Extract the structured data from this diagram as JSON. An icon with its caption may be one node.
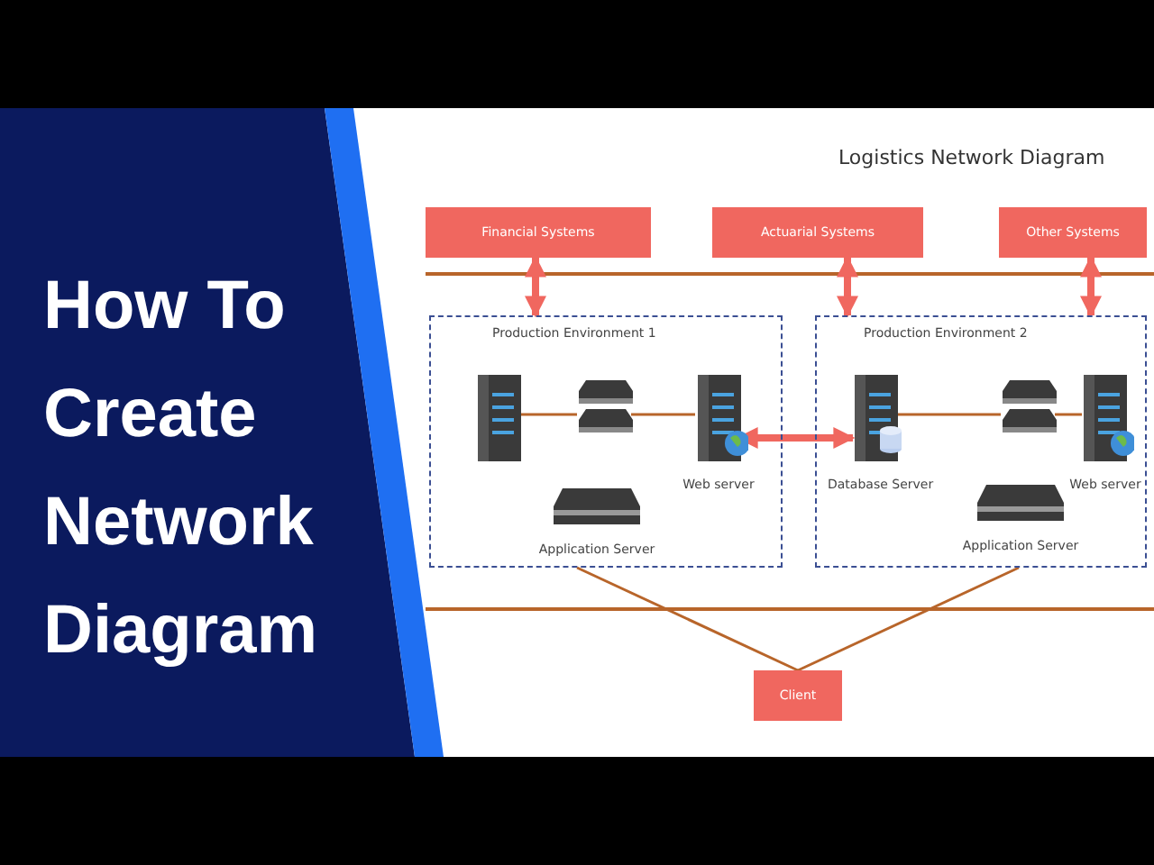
{
  "diagram": {
    "title": "Logistics Network Diagram",
    "nodes": [
      {
        "text": [
          "Financial Systems"
        ]
      },
      {
        "text": [
          "Actuarial Systems"
        ]
      },
      {
        "text": [
          "Other Systems"
        ]
      },
      {
        "text": [
          "Production Environment 1"
        ]
      },
      {
        "text": [],
        "shape": "picture",
        "in": 3
      },
      {
        "text": [],
        "shape": "picture",
        "in": 3
      },
      {
        "text": [
          "Web server"
        ],
        "in": 3
      },
      {
        "text": [
          "Application Server"
        ],
        "in": 3
      },
      {
        "text": [
          "Production Environment 2"
        ]
      },
      {
        "text": [
          "Database Server"
        ],
        "in": 8
      },
      {
        "text": [],
        "shape": "picture",
        "in": 8
      },
      {
        "text": [
          "Web server"
        ],
        "in": 8
      },
      {
        "text": [
          "Application Server"
        ],
        "in": 8
      },
      {
        "text": [
          "Client"
        ]
      }
    ],
    "edges": [
      {
        "from": 0,
        "to": 3,
        "arrow": "both",
        "style": "thick",
        "color": "#f0675f"
      },
      {
        "from": 1,
        "to": 8,
        "arrow": "both",
        "style": "thick",
        "color": "#f0675f"
      },
      {
        "from": 2,
        "to": 8,
        "arrow": "both",
        "style": "thick",
        "color": "#f0675f"
      },
      {
        "from": 4,
        "to": 5,
        "arrow": "none"
      },
      {
        "from": 5,
        "to": 6,
        "arrow": "none"
      },
      {
        "from": 6,
        "to": 9,
        "arrow": "both",
        "style": "thick",
        "color": "#f0675f"
      },
      {
        "from": 9,
        "to": 10,
        "arrow": "none"
      },
      {
        "from": 10,
        "to": 11,
        "arrow": "none"
      },
      {
        "from": 3,
        "to": 13,
        "arrow": "none"
      },
      {
        "from": 8,
        "to": 13,
        "arrow": "none"
      }
    ],
    "labels": [
      "How To Create Network Diagram"
    ]
  }
}
